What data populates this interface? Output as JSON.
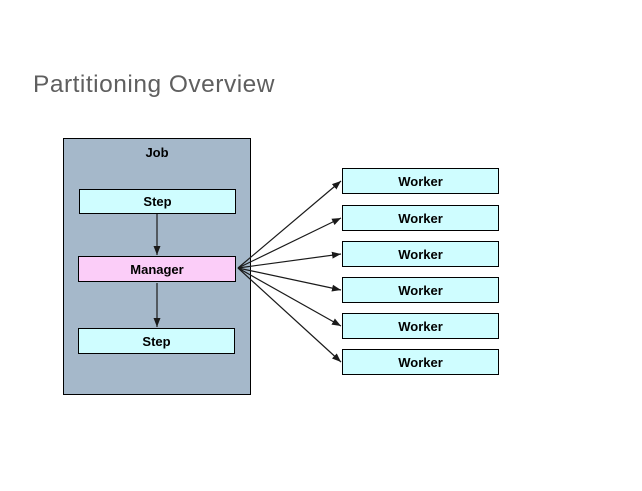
{
  "slide": {
    "title": "Partitioning Overview"
  },
  "colors": {
    "title_text": "#5f5f5f",
    "label_text": "#000000",
    "border": "#000000",
    "job_fill": "#A5B8CA",
    "step_fill": "#CFFDFF",
    "manager_fill": "#FBCDF8",
    "worker_fill": "#CFFDFF",
    "arrow": "#1a1a1a"
  },
  "diagram": {
    "job": {
      "label": "Job"
    },
    "steps": [
      {
        "label": "Step"
      },
      {
        "label": "Step"
      }
    ],
    "manager": {
      "label": "Manager"
    },
    "workers": [
      {
        "label": "Worker"
      },
      {
        "label": "Worker"
      },
      {
        "label": "Worker"
      },
      {
        "label": "Worker"
      },
      {
        "label": "Worker"
      },
      {
        "label": "Worker"
      }
    ]
  }
}
